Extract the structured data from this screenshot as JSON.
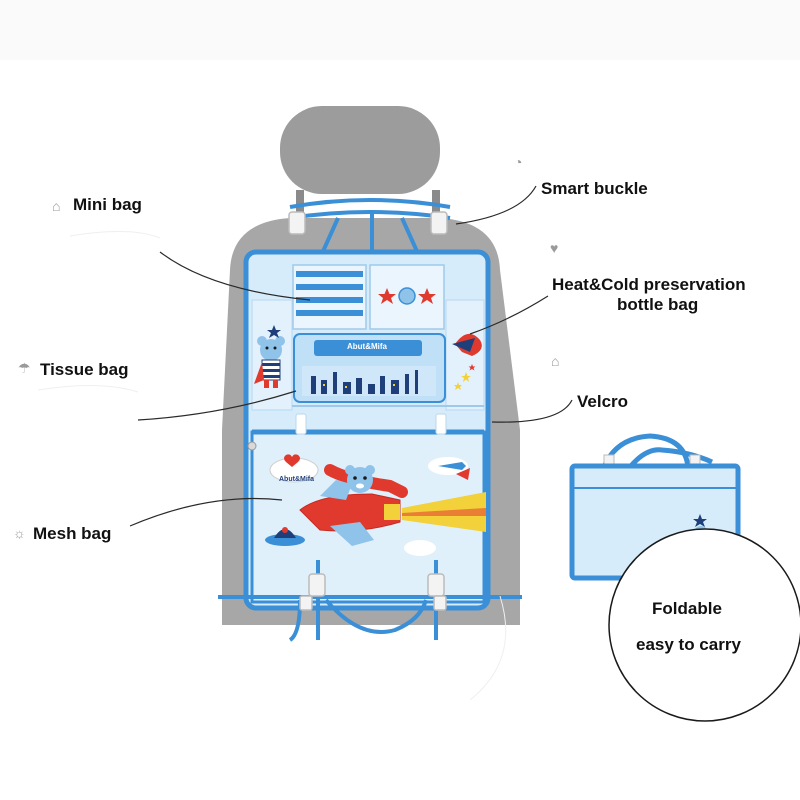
{
  "labels": {
    "mini_bag": "Mini bag",
    "smart_buckle": "Smart buckle",
    "heat_cold_line1": "Heat&Cold preservation",
    "heat_cold_line2": "bottle bag",
    "tissue_bag": "Tissue bag",
    "velcro": "Velcro",
    "mesh_bag": "Mesh bag",
    "foldable_line1": "Foldable",
    "foldable_line2": "easy to carry"
  },
  "brand": {
    "tissue_pocket_logo": "Abut&Mifa",
    "mesh_pocket_logo": "Abut&Mifa"
  },
  "colors": {
    "organizer_blue": "#3a8fd6",
    "pocket_fill": "#d6ecfb",
    "seat_gray": "#a7a7a7",
    "headrest_gray": "#9c9c9c",
    "accent_red": "#e03a2f",
    "accent_yellow": "#f3d13a",
    "label_text": "#111111"
  },
  "icons": [
    "basket-icon",
    "umbrella-icon",
    "sun-icon",
    "tea-kettle-icon",
    "heart-icon",
    "basket-icon"
  ]
}
